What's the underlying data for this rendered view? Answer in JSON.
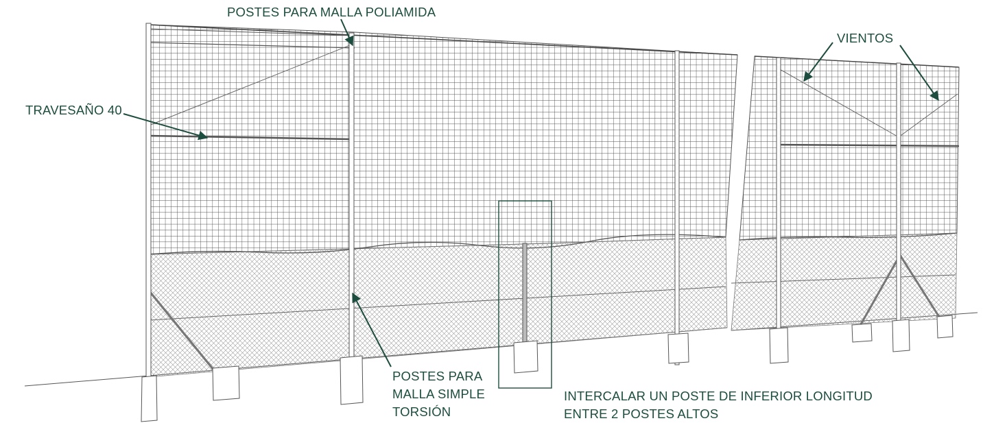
{
  "accent_color": "#1d4d3f",
  "labels": {
    "postes_poliamida": "POSTES PARA MALLA POLIAMIDA",
    "travesano": "TRAVESAÑO 40",
    "vientos": "VIENTOS",
    "postes_simple": [
      "POSTES PARA",
      "MALLA SIMPLE",
      "TORSIÓN"
    ],
    "intercalar": [
      "INTERCALAR UN POSTE DE INFERIOR LONGITUD",
      "ENTRE 2 POSTES ALTOS"
    ]
  }
}
